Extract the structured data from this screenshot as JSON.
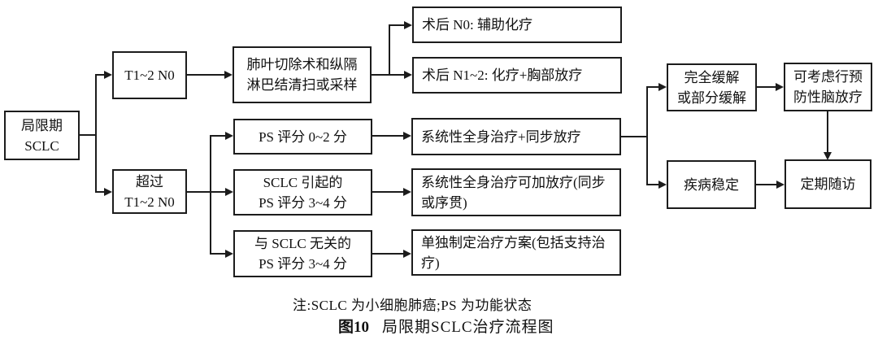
{
  "nodes": {
    "limited_sclc": "局限期\nSCLC",
    "t1_2_n0": "T1~2 N0",
    "beyond_t1_2_n0": "超过\nT1~2 N0",
    "lobectomy": "肺叶切除术和纵隔\n淋巴结清扫或采样",
    "post_op_n0": "术后 N0: 辅助化疗",
    "post_op_n1_2": "术后 N1~2: 化疗+胸部放疗",
    "ps_0_2": "PS 评分 0~2 分",
    "sclc_ps_3_4": "SCLC 引起的\nPS 评分 3~4 分",
    "non_sclc_ps_3_4": "与 SCLC 无关的\nPS 评分 3~4 分",
    "systemic_concurrent_rt": "系统性全身治疗+同步放疗",
    "systemic_optional_rt": "系统性全身治疗可加放疗(同步或序贯)",
    "individualized_plan": "单独制定治疗方案(包括支持治疗)",
    "cr_pr": "完全缓解\n或部分缓解",
    "pci": "可考虑行预\n防性脑放疗",
    "stable_disease": "疾病稳定",
    "follow_up": "定期随访"
  },
  "note": "注:SCLC 为小细胞肺癌;PS 为功能状态",
  "caption": {
    "prefix": "图10",
    "title": "局限期SCLC治疗流程图"
  }
}
